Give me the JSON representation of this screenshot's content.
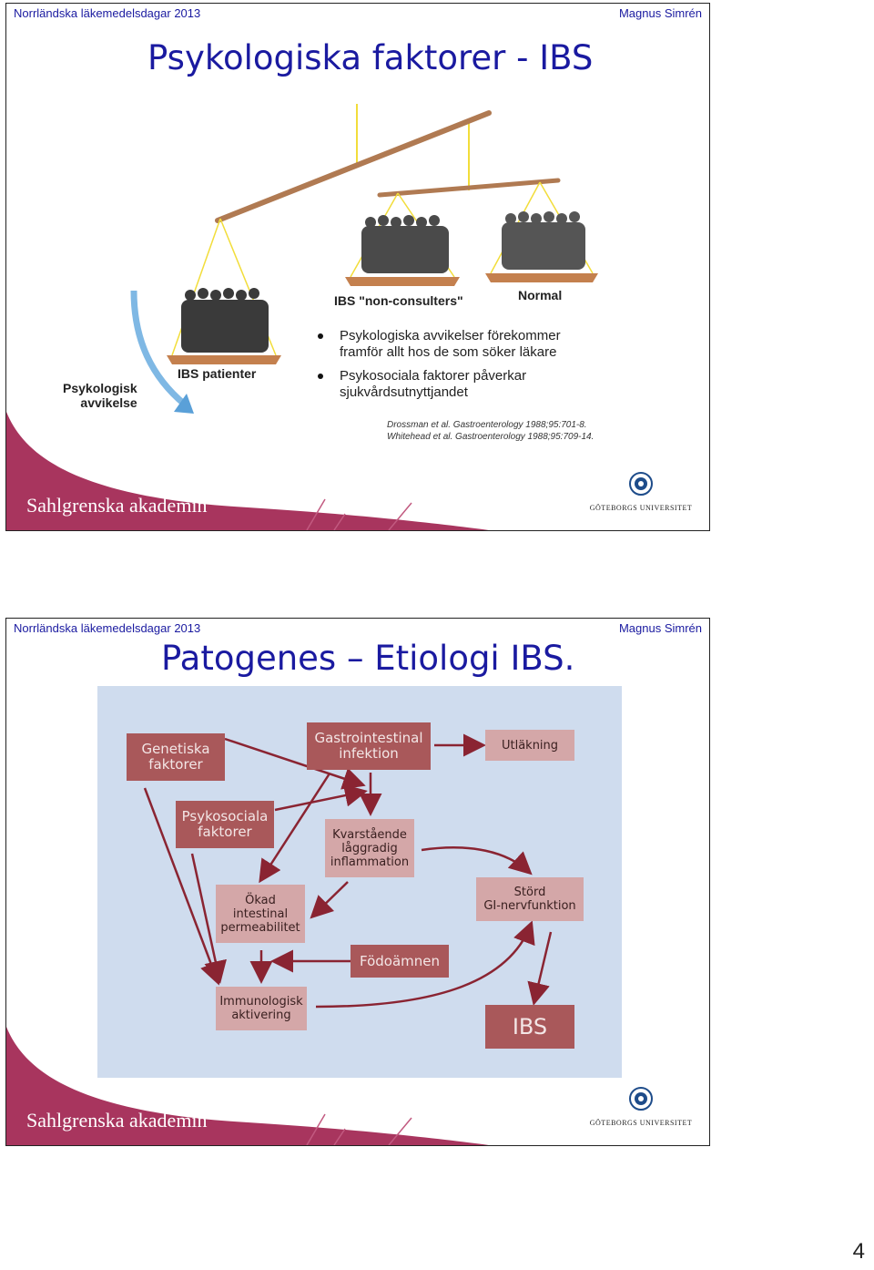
{
  "page_number": "4",
  "slides": [
    {
      "header_left": "Norrländska läkemedelsdagar 2013",
      "header_right": "Magnus Simrén",
      "title": "Psykologiska faktorer - IBS",
      "labels": {
        "non_consulters": "IBS \"non-consulters\"",
        "normal": "Normal",
        "ibs_patients": "IBS patienter",
        "psych_line1": "Psykologisk",
        "psych_line2": "avvikelse"
      },
      "bullets": [
        {
          "line1": "Psykologiska avvikelser förekommer",
          "line2": "framför allt hos de som söker läkare"
        },
        {
          "line1": "Psykosociala faktorer påverkar",
          "line2": "sjukvårdsutnyttjandet"
        }
      ],
      "refs": [
        "Drossman et al. Gastroenterology 1988;95:701-8.",
        "Whitehead et al. Gastroenterology 1988;95:709-14."
      ],
      "footer_brand": "Sahlgrenska akademin",
      "footer_university": "GÖTEBORGS UNIVERSITET"
    },
    {
      "header_left": "Norrländska läkemedelsdagar 2013",
      "header_right": "Magnus Simrén",
      "title": "Patogenes – Etiologi IBS.",
      "nodes": {
        "genetiska": {
          "line1": "Genetiska",
          "line2": "faktorer"
        },
        "gastro": {
          "line1": "Gastrointestinal",
          "line2": "infektion"
        },
        "utlakning": {
          "line1": "Utläkning"
        },
        "psykosociala": {
          "line1": "Psykosociala",
          "line2": "faktorer"
        },
        "kvarstaende": {
          "line1": "Kvarstående",
          "line2": "låggradig",
          "line3": "inflammation"
        },
        "okad": {
          "line1": "Ökad",
          "line2": "intestinal",
          "line3": "permeabilitet"
        },
        "stord": {
          "line1": "Störd",
          "line2": "GI-nervfunktion"
        },
        "fodoamnen": {
          "line1": "Födoämnen"
        },
        "immunologisk": {
          "line1": "Immunologisk",
          "line2": "aktivering"
        },
        "ibs": {
          "line1": "IBS"
        }
      },
      "footer_brand": "Sahlgrenska akademin",
      "footer_university": "GÖTEBORGS UNIVERSITET"
    }
  ],
  "colors": {
    "title_blue": "#1a1aa0",
    "brand_magenta": "#a8355e",
    "node_dark": "#a9585a",
    "node_light": "#d4a7a8",
    "arrow": "#8a2432",
    "diagram_bg": "#cfdcee"
  }
}
